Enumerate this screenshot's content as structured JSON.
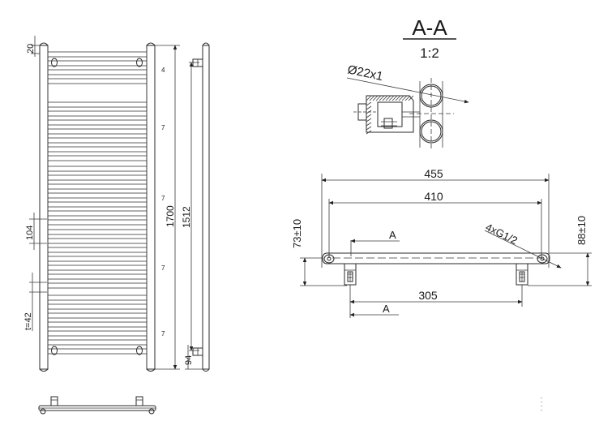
{
  "section": {
    "title": "A-A",
    "scale": "1:2",
    "pipe_label": "Ø22x1"
  },
  "front_view": {
    "top_offset": "20",
    "spacing_104": "104",
    "spacing_t42": "t=42",
    "total_height": "1700",
    "axis_height": "1512",
    "bottom_offset": "94",
    "group_counts": [
      "4",
      "7",
      "7",
      "7",
      "7"
    ]
  },
  "top_view": {
    "width_overall": "455",
    "width_inner": "410",
    "width_connection": "305",
    "depth_left": "73±10",
    "depth_right": "88±10",
    "connection_label": "4xG1/2",
    "section_mark_top": "A",
    "section_mark_bottom": "A"
  }
}
